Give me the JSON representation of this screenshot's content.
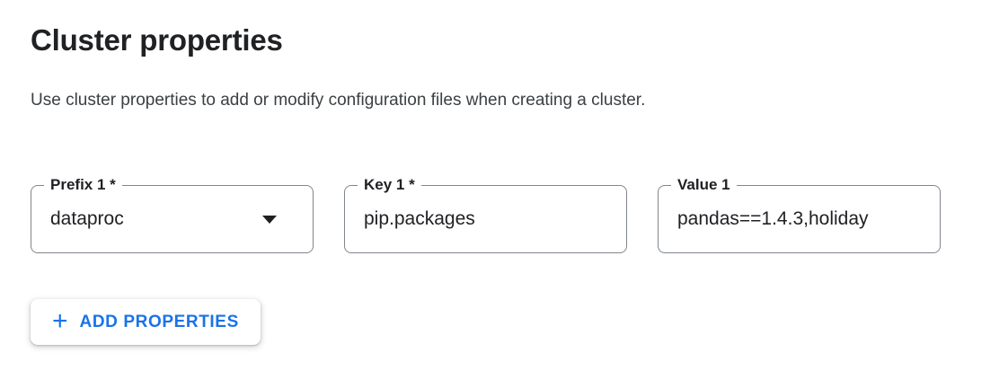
{
  "header": {
    "title": "Cluster properties",
    "description": "Use cluster properties to add or modify configuration files when creating a cluster."
  },
  "fields": {
    "prefix": {
      "label": "Prefix 1 *",
      "value": "dataproc",
      "icon": "dropdown-caret"
    },
    "key": {
      "label": "Key 1 *",
      "value": "pip.packages"
    },
    "value": {
      "label": "Value 1",
      "value": "pandas==1.4.3,holiday"
    }
  },
  "actions": {
    "add_properties": {
      "icon": "+",
      "label": "ADD PROPERTIES"
    }
  },
  "colors": {
    "accent_blue": "#1a73e8",
    "text_primary": "#202124",
    "text_secondary": "#3c4043",
    "field_border": "#80868b",
    "background": "#ffffff"
  }
}
